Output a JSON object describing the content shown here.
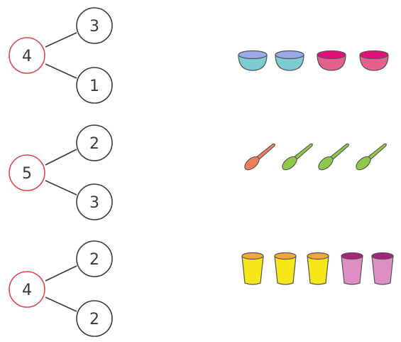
{
  "diagrams": [
    {
      "whole": "4",
      "parts": [
        "3",
        "1"
      ]
    },
    {
      "whole": "5",
      "parts": [
        "2",
        "3"
      ]
    },
    {
      "whole": "4",
      "parts": [
        "2",
        "2"
      ]
    }
  ],
  "rows": [
    {
      "object": "bowl",
      "items": [
        {
          "color": "#7ccdd3",
          "rim": "#9aa9e8"
        },
        {
          "color": "#7ccdd3",
          "rim": "#9aa9e8"
        },
        {
          "color": "#e5608c",
          "rim": "#e0117a"
        },
        {
          "color": "#e5608c",
          "rim": "#e0117a"
        }
      ]
    },
    {
      "object": "spoon",
      "items": [
        {
          "color": "#ef7f5c"
        },
        {
          "color": "#8cc84a"
        },
        {
          "color": "#8cc84a"
        },
        {
          "color": "#8cc84a"
        }
      ]
    },
    {
      "object": "cup",
      "items": [
        {
          "color": "#f6e61a",
          "rim": "#f0a83a"
        },
        {
          "color": "#f6e61a",
          "rim": "#f0a83a"
        },
        {
          "color": "#f6e61a",
          "rim": "#f0a83a"
        },
        {
          "color": "#dd8fc4",
          "rim": "#a7247c"
        },
        {
          "color": "#dd8fc4",
          "rim": "#a7247c"
        }
      ]
    }
  ],
  "colors": {
    "whole_circle": "#e0454f",
    "part_circle": "#3a3a3a",
    "lines": "#3a3a3a"
  }
}
